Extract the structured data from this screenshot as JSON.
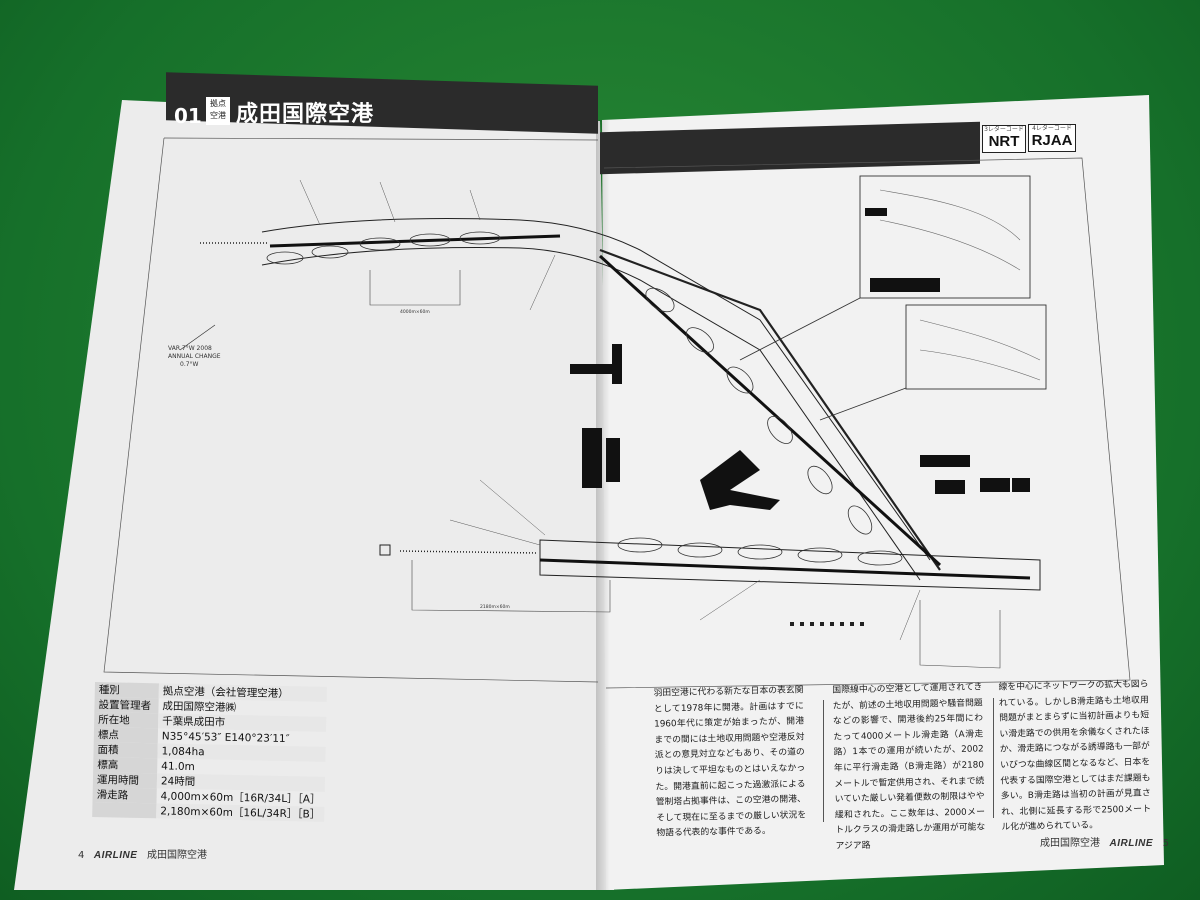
{
  "header": {
    "number": "01",
    "category": "拠点\n空港",
    "title": "成田国際空港",
    "iata_label": "3レターコード",
    "iata": "NRT",
    "icao_label": "4レターコード",
    "icao": "RJAA"
  },
  "chart_labels": {
    "variation": [
      "VAR 7°W 2008",
      "ANNUAL CHANGE",
      "0.7°W"
    ],
    "runway_a": "4000m×60m",
    "runway_b": "2180m×60m"
  },
  "info_table": [
    {
      "k": "種別",
      "v": "拠点空港（会社管理空港）"
    },
    {
      "k": "設置管理者",
      "v": "成田国際空港㈱"
    },
    {
      "k": "所在地",
      "v": "千葉県成田市"
    },
    {
      "k": "標点",
      "v": "N35°45′53″ E140°23′11″"
    },
    {
      "k": "面積",
      "v": "1,084ha"
    },
    {
      "k": "標高",
      "v": "41.0m"
    },
    {
      "k": "運用時間",
      "v": "24時間"
    },
    {
      "k": "滑走路",
      "v": "4,000m×60m［16R/34L］［A］"
    },
    {
      "k": "",
      "v": "2,180m×60m［16L/34R］［B］"
    }
  ],
  "body": {
    "col1": "羽田空港に代わる新たな日本の表玄関として1978年に開港。計画はすでに1960年代に策定が始まったが、開港までの間には土地収用問題や空港反対派との意見対立などもあり、その道のりは決して平坦なものとはいえなかった。開港直前に起こった過激派による管制塔占拠事件は、この空港の開港、そして現在に至るまでの厳しい状況を物語る代表的な事件である。",
    "col2": "国際線中心の空港として運用されてきたが、前述の土地収用問題や騒音問題などの影響で、開港後約25年間にわたって4000メートル滑走路（A滑走路）1本での運用が続いたが、2002年に平行滑走路（B滑走路）が2180メートルで暫定供用され、それまで続いていた厳しい発着便数の制限はやや緩和された。ここ数年は、2000メートルクラスの滑走路しか運用が可能なアジア路",
    "col3": "線を中心にネットワークの拡大も図られている。しかしB滑走路も土地収用問題がまとまらずに当初計画よりも短い滑走路での供用を余儀なくされたほか、滑走路につながる誘導路も一部がいびつな曲線区間となるなど、日本を代表する国際空港としてはまだ課題も多い。B滑走路は当初の計画が見直され、北側に延長する形で2500メートル化が進められている。"
  },
  "footer": {
    "left_page": "4",
    "left_brand": "AIRLINE",
    "left_title": "成田国際空港",
    "right_title": "成田国際空港",
    "right_brand": "AIRLINE",
    "right_page": "5"
  }
}
